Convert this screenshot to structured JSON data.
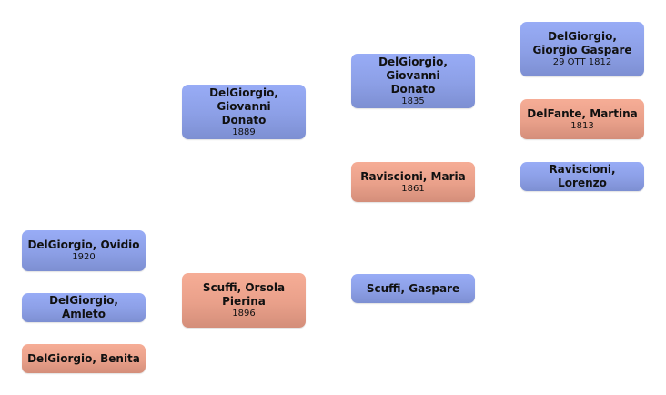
{
  "colors": {
    "male": "#8c9fe6",
    "female": "#e9a08a"
  },
  "people": {
    "ovidio": {
      "name": "DelGiorgio, Ovidio",
      "date": "1920",
      "gender": "male"
    },
    "amleto": {
      "name": "DelGiorgio, Amleto",
      "date": "",
      "gender": "male"
    },
    "benita": {
      "name": "DelGiorgio, Benita",
      "date": "",
      "gender": "female"
    },
    "giovanni_1889": {
      "name": "DelGiorgio, Giovanni Donato",
      "date": "1889",
      "gender": "male"
    },
    "orsola": {
      "name": "Scuffi, Orsola Pierina",
      "date": "1896",
      "gender": "female"
    },
    "giovanni_1835": {
      "name": "DelGiorgio, Giovanni Donato",
      "date": "1835",
      "gender": "male"
    },
    "maria": {
      "name": "Raviscioni, Maria",
      "date": "1861",
      "gender": "female"
    },
    "gaspare_scuffi": {
      "name": "Scuffi, Gaspare",
      "date": "",
      "gender": "male"
    },
    "giorgio": {
      "name": "DelGiorgio, Giorgio Gaspare",
      "date": "29 OTT 1812",
      "gender": "male"
    },
    "martina": {
      "name": "DelFante, Martina",
      "date": "1813",
      "gender": "female"
    },
    "lorenzo": {
      "name": "Raviscioni, Lorenzo",
      "date": "",
      "gender": "male"
    }
  }
}
